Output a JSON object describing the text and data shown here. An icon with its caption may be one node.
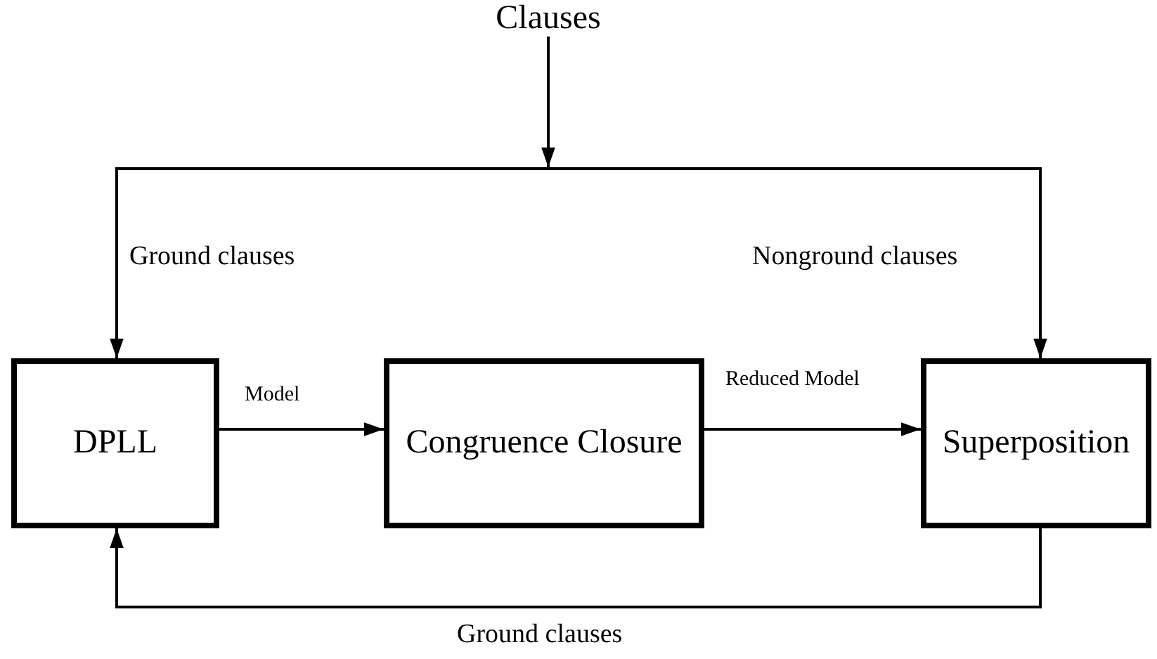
{
  "diagram": {
    "nodes": [
      {
        "text": [
          "Clauses"
        ]
      },
      {
        "text": [
          "DPLL"
        ]
      },
      {
        "text": [
          "Congruence Closure"
        ]
      },
      {
        "text": [
          "Superposition"
        ]
      }
    ],
    "edges": [
      {
        "from": 0,
        "to": 1,
        "arrow": "to",
        "label": "Ground clauses"
      },
      {
        "from": 0,
        "to": 3,
        "arrow": "to",
        "label": "Nonground clauses"
      },
      {
        "from": 1,
        "to": 2,
        "arrow": "to",
        "label": "Model"
      },
      {
        "from": 2,
        "to": 3,
        "arrow": "to",
        "label": "Reduced Model"
      },
      {
        "from": 3,
        "to": 1,
        "arrow": "to",
        "label": "Ground clauses"
      }
    ]
  }
}
